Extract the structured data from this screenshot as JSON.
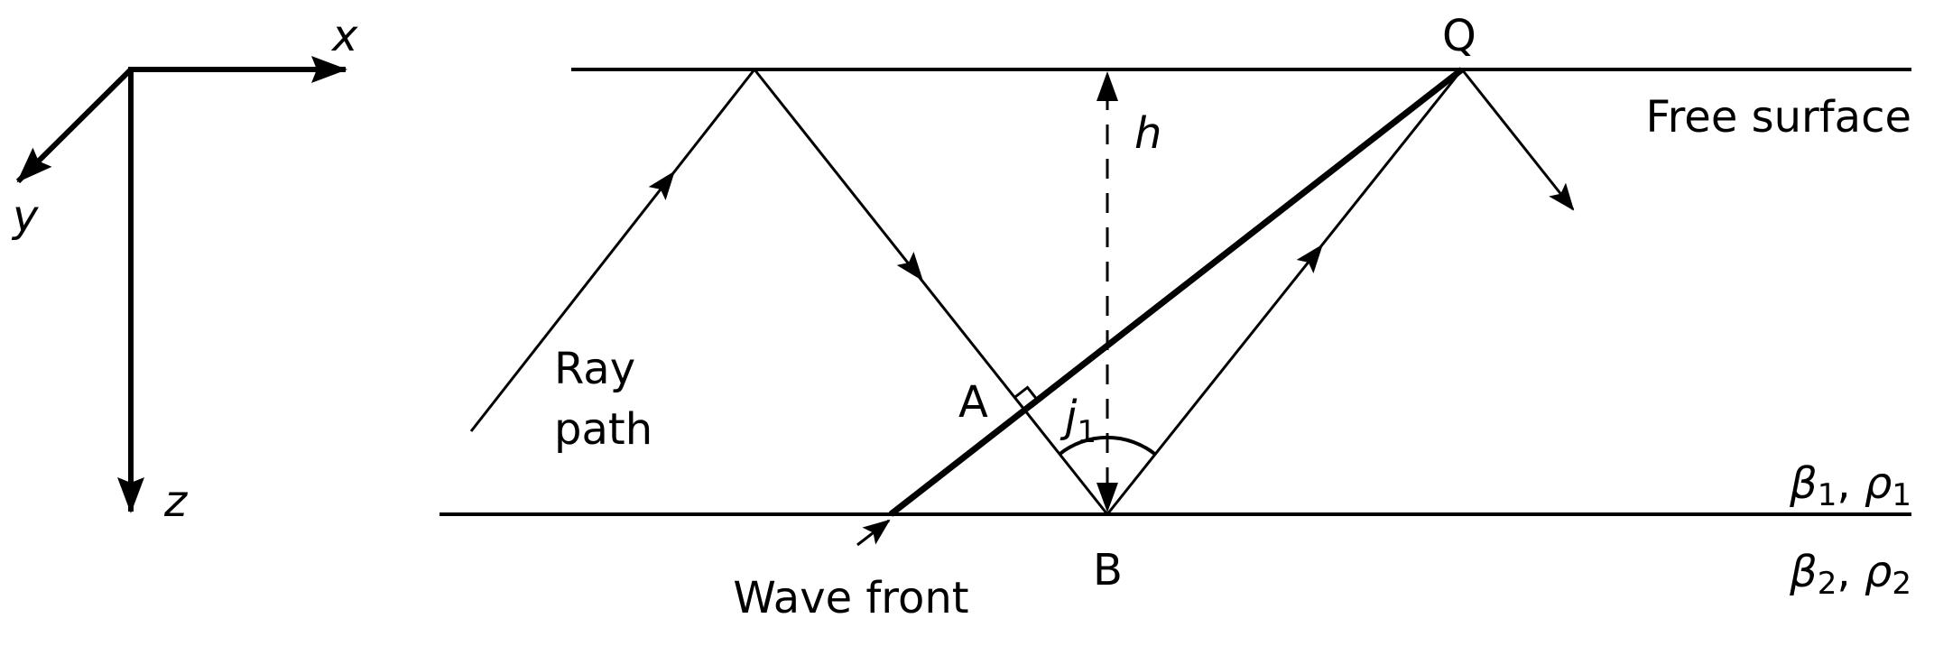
{
  "axes": {
    "x": "x",
    "y": "y",
    "z": "z"
  },
  "labels": {
    "q": "Q",
    "a": "A",
    "b": "B",
    "h": "h",
    "j": "j",
    "j_sub": "1",
    "free_surface": "Free surface",
    "ray_path_1": "Ray",
    "ray_path_2": "path",
    "wave_front": "Wave front",
    "beta": "β",
    "rho": "ρ",
    "layer1_sub": "1",
    "layer2_sub": "2",
    "comma": ", "
  },
  "colors": {
    "ink": "#000000",
    "background": "#ffffff"
  }
}
